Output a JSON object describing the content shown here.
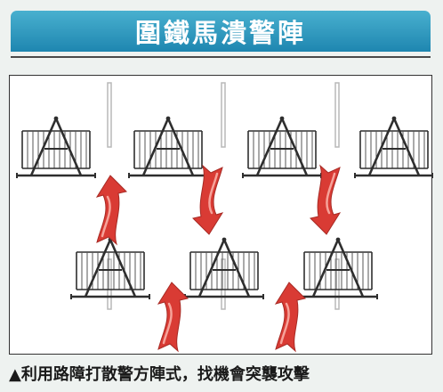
{
  "title": "圍鐵馬潰警陣",
  "caption": "▲利用路障打散警方陣式，找機會突襲攻擊",
  "colors": {
    "title_bar": "#2a93bf",
    "arrow_fill": "#d93b34",
    "arrow_highlight": "#f6a39a",
    "barrier_stroke": "#2e2e2e",
    "pole": "#b9b9b9"
  },
  "diagram": {
    "barriers_top_row": 4,
    "barriers_bottom_row": 3,
    "arrows": [
      {
        "direction": "up"
      },
      {
        "direction": "down"
      },
      {
        "direction": "down"
      },
      {
        "direction": "up"
      },
      {
        "direction": "up"
      }
    ]
  }
}
